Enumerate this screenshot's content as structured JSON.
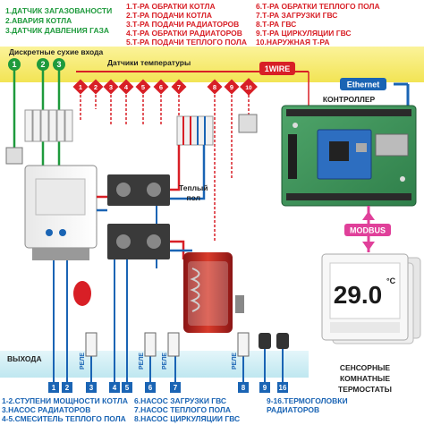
{
  "legend_green": [
    "1.ДАТЧИК ЗАГАЗОВАНОСТИ",
    "2.АВАРИЯ КОТЛА",
    "3.ДАТЧИК ДАВЛЕНИЯ ГАЗА"
  ],
  "legend_red_col1": [
    "1.Т-РА ОБРАТКИ КОТЛА",
    "2.Т-РА ПОДАЧИ КОТЛА",
    "3.Т-РА ПОДАЧИ РАДИАТОРОВ",
    "4.Т-РА ОБРАТКИ РАДИАТОРОВ",
    "5.Т-РА ПОДАЧИ ТЕПЛОГО ПОЛА"
  ],
  "legend_red_col2": [
    "6.Т-РА ОБРАТКИ ТЕПЛОГО ПОЛА",
    "7.Т-РА ЗАГРУЗКИ ГВС",
    "8.Т-РА ГВС",
    "9.Т-РА ЦИРКУЛЯЦИИ ГВС",
    "10.НАРУЖНАЯ Т-РА"
  ],
  "labels": {
    "dry_inputs": "Дискретные сухие входа",
    "temp_sensors": "Датчики температуры",
    "onewire": "1WIRE",
    "ethernet": "Ethernet",
    "controller": "КОНТРОЛЛЕР",
    "modbus": "MODBUS",
    "warm_floor": "Теплый\nпол",
    "outputs": "ВЫХОДА",
    "relay": "РЕЛЕ",
    "thermostat_value": "29.0",
    "thermostat_unit": "°C",
    "thermostats": "СЕНСОРНЫЕ\nКОМНАТНЫЕ\nТЕРМОСТАТЫ"
  },
  "input_badges": [
    "1",
    "2",
    "3"
  ],
  "sensor_badges": [
    "1",
    "2",
    "3",
    "4",
    "5",
    "6",
    "7",
    "8",
    "9",
    "10"
  ],
  "output_badges": [
    "1",
    "2",
    "3",
    "4",
    "5",
    "6",
    "7",
    "8",
    "9",
    "16"
  ],
  "legend_bottom_col1": [
    "1-2.СТУПЕНИ МОЩНОСТИ КОТЛА",
    "3.НАСОС РАДИАТОРОВ",
    "4-5.СМЕСИТЕЛЬ ТЕПЛОГО ПОЛА"
  ],
  "legend_bottom_col2": [
    "6.НАСОС ЗАГРУЗКИ ГВС",
    "7.НАСОС ТЕПЛОГО ПОЛА",
    "8.НАСОС ЦИРКУЛЯЦИИ ГВС"
  ],
  "legend_bottom_col3": [
    "9-16.ТЕРМОГОЛОВКИ",
    "РАДИАТОРОВ"
  ],
  "colors": {
    "green": "#1e9a3c",
    "red": "#d81f26",
    "blue": "#1a64b4",
    "yellow_band": "#f6ec6a",
    "cyan_band": "#cfeef4",
    "modbus": "#e0409a"
  }
}
